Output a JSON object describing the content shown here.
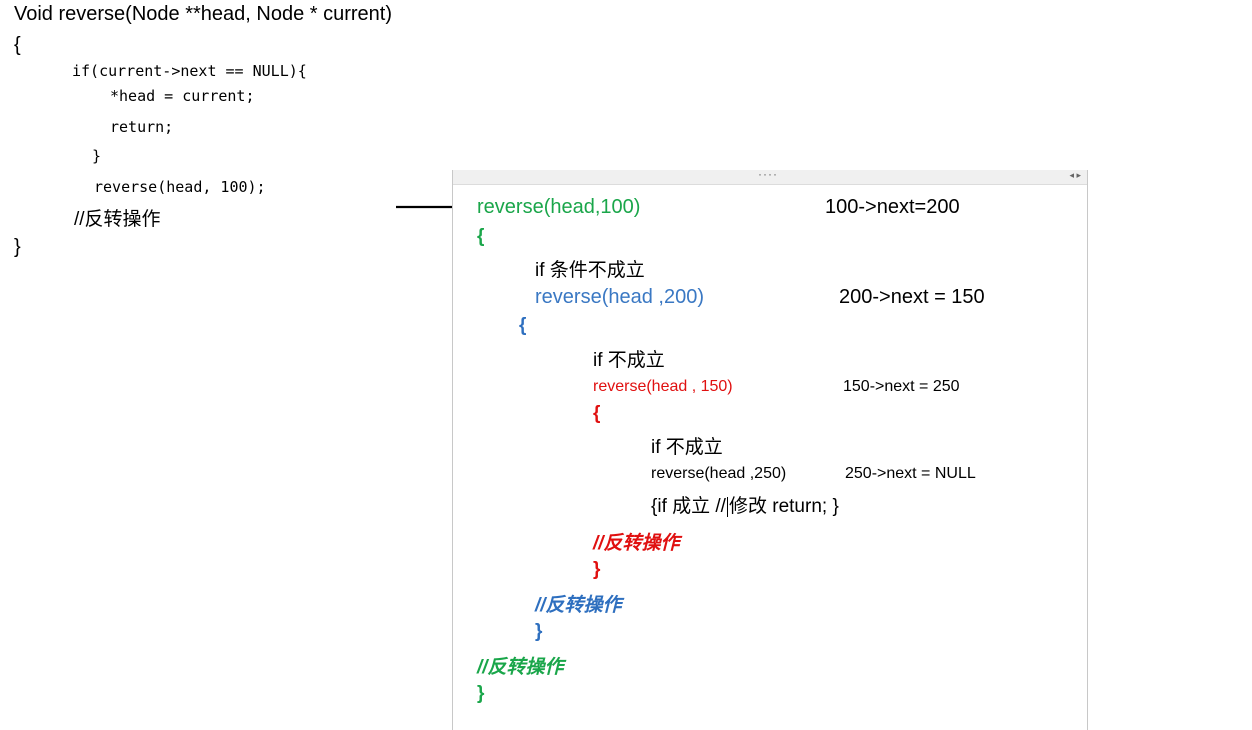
{
  "left_code": {
    "signature": "Void reverse(Node **head, Node * current)",
    "open_brace": "{",
    "if_line": "if(current->next == NULL){",
    "assign_line": "*head = current;",
    "return_line": "return;",
    "inner_close": "}",
    "call_line": "reverse(head, 100);",
    "comment_line": "//反转操作",
    "close_brace": "}"
  },
  "trace": {
    "call_100": "reverse(head,100)",
    "note_100": "100->next=200",
    "brace1_open": "{",
    "cond1": "if 条件不成立",
    "call_200": "reverse(head ,200)",
    "note_200": "200->next = 150",
    "brace2_open": "{",
    "cond2": "if 不成立",
    "call_150": "reverse(head , 150)",
    "note_150": "150->next = 250",
    "brace3_open": "{",
    "cond3": "if 不成立",
    "call_250": "reverse(head ,250)",
    "note_250": "250->next = NULL",
    "base_a": "{if 成立 //",
    "base_b": "修改 return; }",
    "op3": "//反转操作",
    "brace3_close": "}",
    "op2": "//反转操作",
    "brace2_close": "}",
    "op1": "//反转操作",
    "brace1_close": "}"
  },
  "colors": {
    "level1": "#1aa64a",
    "level2": "#3a78c3",
    "level3": "#e01010"
  }
}
